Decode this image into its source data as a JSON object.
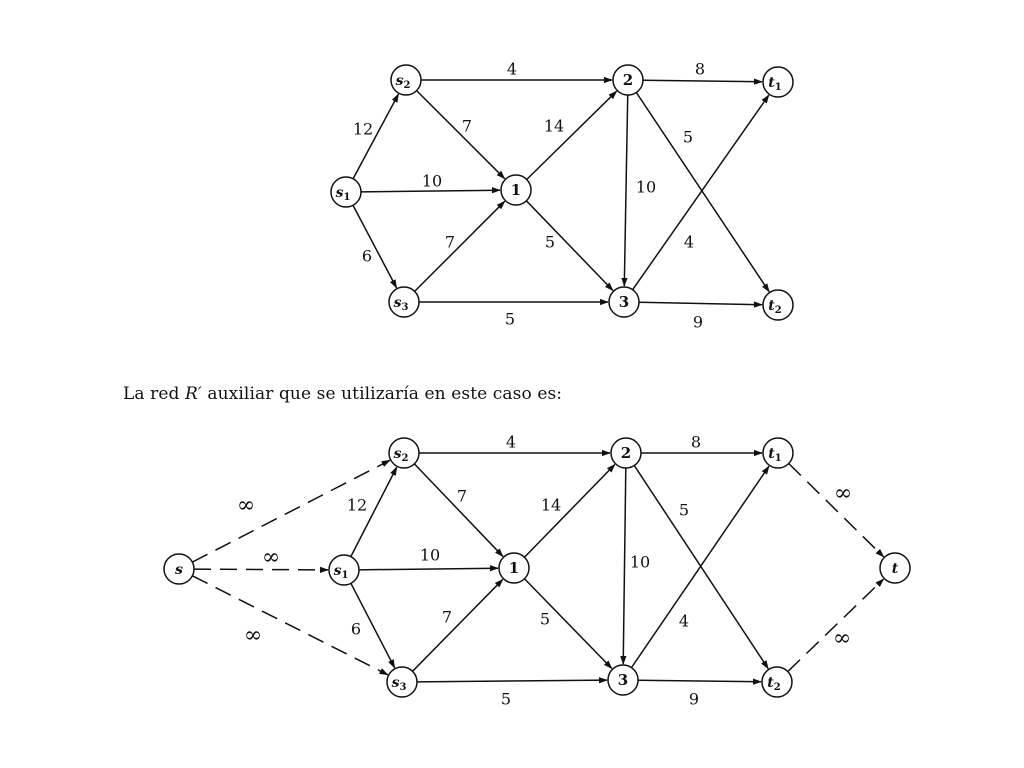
{
  "caption": {
    "before": "La red ",
    "var": "R′",
    "after": " auxiliar que se utilizaría en este caso es:"
  },
  "nodes": {
    "s": {
      "base": "s",
      "sub": ""
    },
    "s1": {
      "base": "s",
      "sub": "1"
    },
    "s2": {
      "base": "s",
      "sub": "2"
    },
    "s3": {
      "base": "s",
      "sub": "3"
    },
    "n1": {
      "base": "1",
      "sub": ""
    },
    "n2": {
      "base": "2",
      "sub": ""
    },
    "n3": {
      "base": "3",
      "sub": ""
    },
    "t1": {
      "base": "t",
      "sub": "1"
    },
    "t2": {
      "base": "t",
      "sub": "2"
    },
    "t": {
      "base": "t",
      "sub": ""
    }
  },
  "edges": [
    {
      "from": "s1",
      "to": "s2",
      "label": "12"
    },
    {
      "from": "s1",
      "to": "n1",
      "label": "10"
    },
    {
      "from": "s1",
      "to": "s3",
      "label": "6"
    },
    {
      "from": "s2",
      "to": "n2",
      "label": "4"
    },
    {
      "from": "s2",
      "to": "n1",
      "label": "7"
    },
    {
      "from": "s3",
      "to": "n1",
      "label": "7"
    },
    {
      "from": "s3",
      "to": "n3",
      "label": "5"
    },
    {
      "from": "n1",
      "to": "n2",
      "label": "14"
    },
    {
      "from": "n1",
      "to": "n3",
      "label": "5"
    },
    {
      "from": "n2",
      "to": "n3",
      "label": "10"
    },
    {
      "from": "n2",
      "to": "t1",
      "label": "8"
    },
    {
      "from": "n2",
      "to": "t2",
      "label": "5"
    },
    {
      "from": "n3",
      "to": "t1",
      "label": "4"
    },
    {
      "from": "n3",
      "to": "t2",
      "label": "9"
    }
  ],
  "aux_edges": [
    {
      "from": "s",
      "to": "s2",
      "label": "∞"
    },
    {
      "from": "s",
      "to": "s1",
      "label": "∞"
    },
    {
      "from": "s",
      "to": "s3",
      "label": "∞"
    },
    {
      "from": "t1",
      "to": "t",
      "label": "∞"
    },
    {
      "from": "t2",
      "to": "t",
      "label": "∞"
    }
  ]
}
